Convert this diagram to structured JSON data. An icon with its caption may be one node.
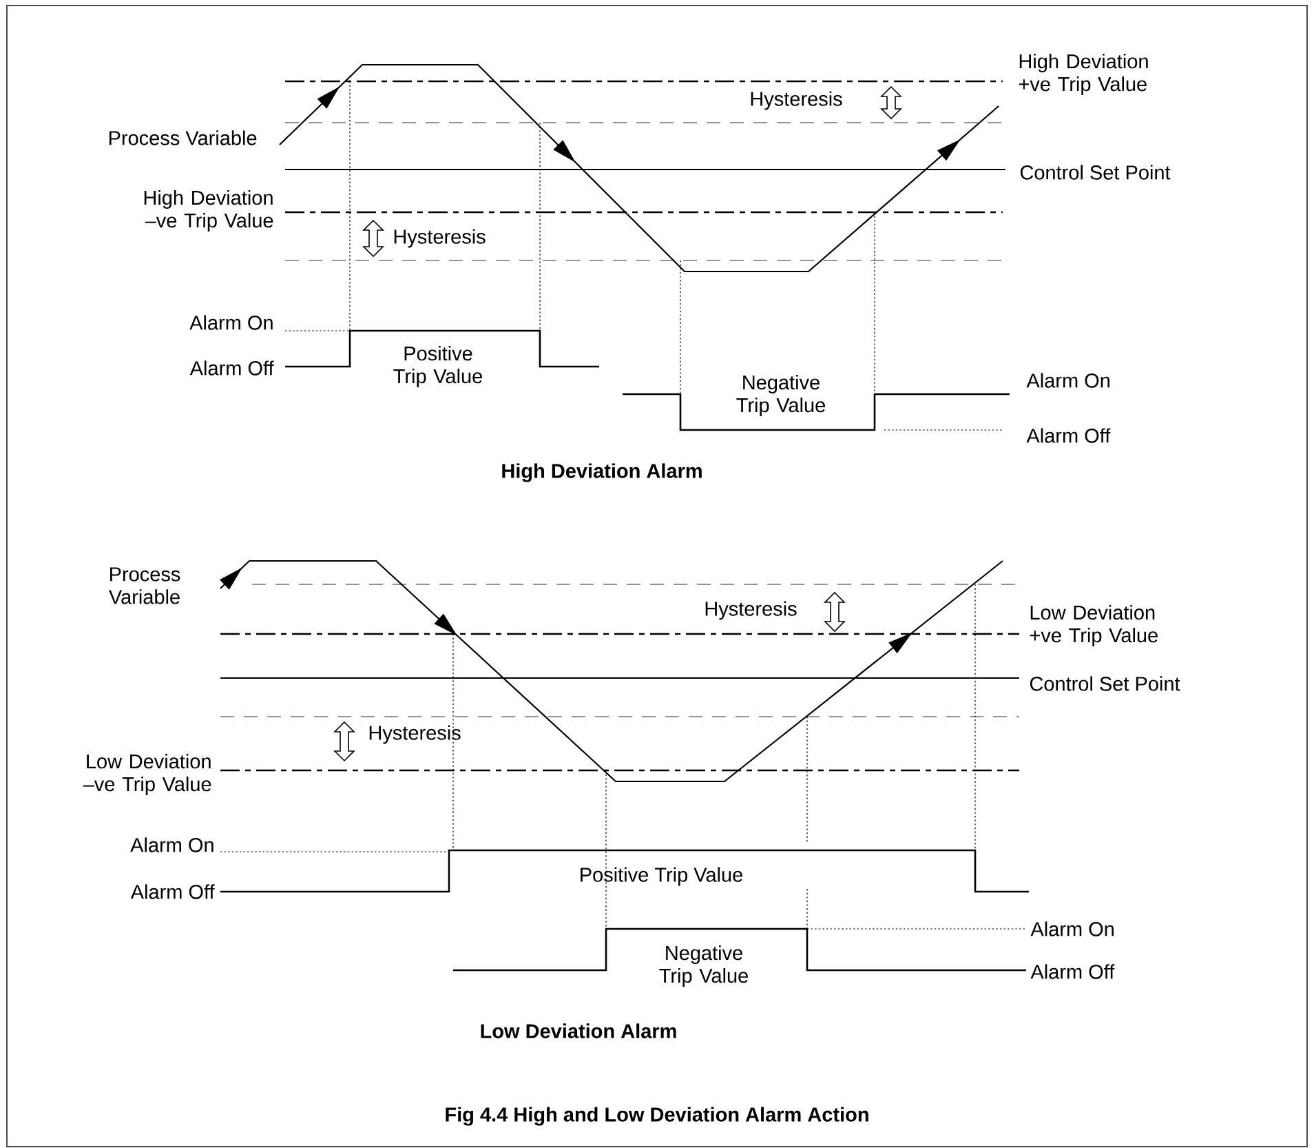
{
  "diagram": {
    "caption": "Fig 4.4 High and Low Deviation Alarm Action",
    "labels": [
      "High Deviation +ve Trip Value",
      "Hysteresis",
      "Process Variable",
      "Control Set Point",
      "High Deviation –ve Trip Value",
      "Hysteresis",
      "Alarm On",
      "Alarm Off",
      "Positive Trip Value",
      "Negative Trip Value",
      "Alarm On",
      "Alarm Off",
      "High Deviation Alarm",
      "Process Variable",
      "Hysteresis",
      "Low Deviation +ve Trip Value",
      "Control Set Point",
      "Hysteresis",
      "Low Deviation –ve Trip Value",
      "Alarm On",
      "Alarm Off",
      "Positive Trip Value",
      "Alarm On",
      "Alarm Off",
      "Negative Trip Value",
      "Low Deviation Alarm"
    ]
  }
}
